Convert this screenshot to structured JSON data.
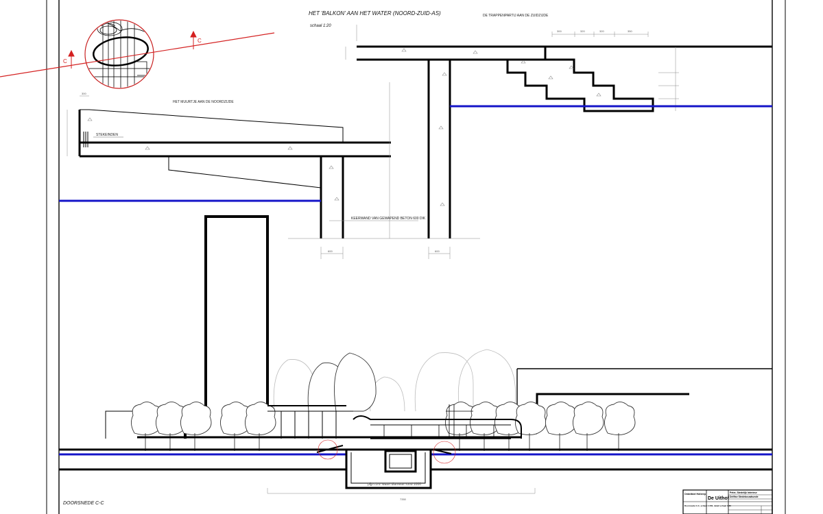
{
  "drawing": {
    "title": "HET 'BALKON' AAN HET WATER (NOORD-ZUID-AS)",
    "scale": "schaal 1:20",
    "label_stairs": "DE TRAPPENPARTIJ AAN DE ZUIDZIJDE",
    "label_wall": "HET MUURTJE AAN DE NOORDZIJDE",
    "label_sticks": "STEKEINDEN",
    "label_retaining_wall": "KEERWAND VAN GEWAPEND BETON 600 DIK",
    "label_pipe": "pijp t.b.v. water diameter rond 1000",
    "section_label": "DOORSNEDE C-C",
    "key_marker_left": "C",
    "key_marker_right": "C"
  },
  "title_block": {
    "project_name": "De Uithof",
    "line_top_left": "Ontwikkel Hofzeep",
    "line_right_1": "Peter, Stedelijk Interieur",
    "line_right_2": "Delftse Stedebouwkunde",
    "line_sub": "Doorsnede C-C, schaal 1:200, detail schaal 1:20"
  },
  "dimensions": {
    "stair_widths": [
      "300",
      "320",
      "320",
      "350"
    ],
    "wall_bottom_left": "600",
    "wall_bottom_right": "600",
    "wall_width_top": "300",
    "bottom_overall": "7350"
  },
  "colors": {
    "line": "#000000",
    "water": "#1414c8",
    "section_cut": "#d42020",
    "background": "#ffffff"
  }
}
